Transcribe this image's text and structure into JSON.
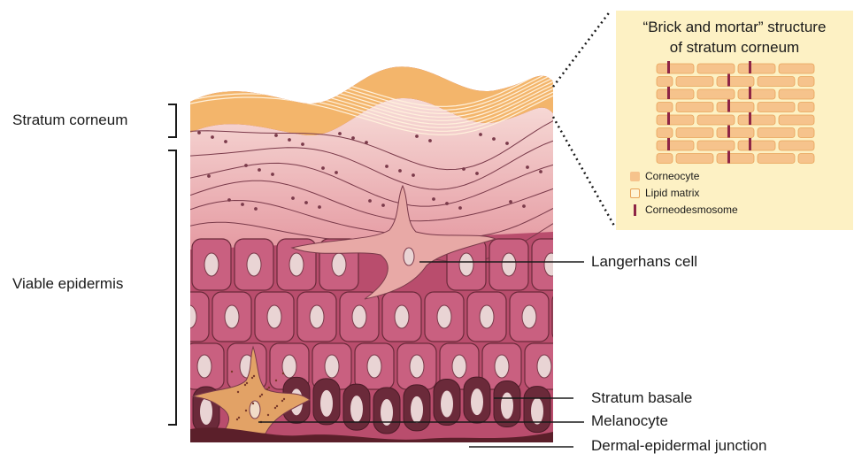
{
  "labels": {
    "stratum_corneum": "Stratum corneum",
    "viable_epidermis": "Viable epidermis",
    "langerhans_cell": "Langerhans cell",
    "stratum_basale": "Stratum basale",
    "melanocyte": "Melanocyte",
    "dermal_epidermal_junction": "Dermal-epidermal junction"
  },
  "inset": {
    "title_line1": "“Brick and mortar” structure",
    "title_line2": "of stratum corneum",
    "legend": [
      {
        "label": "Corneocyte",
        "swatch": "corneocyte"
      },
      {
        "label": "Lipid matrix",
        "swatch": "lipid"
      },
      {
        "label": "Corneodesmosome",
        "swatch": "desmosome"
      }
    ]
  },
  "colors": {
    "stratum_corneum": "#f3b56b",
    "spinous_light": "#f1c6c4",
    "spinous_dark": "#b94d6d",
    "nucleus": "#e9d4d4",
    "basal_cell": "#6b2a3a",
    "melanocyte": "#e2a266",
    "dermis_junction": "#5b1f2a",
    "inset_bg": "#fdf1c4",
    "corneocyte": "#f6c38c",
    "corneodesmosome": "#8e2545"
  }
}
